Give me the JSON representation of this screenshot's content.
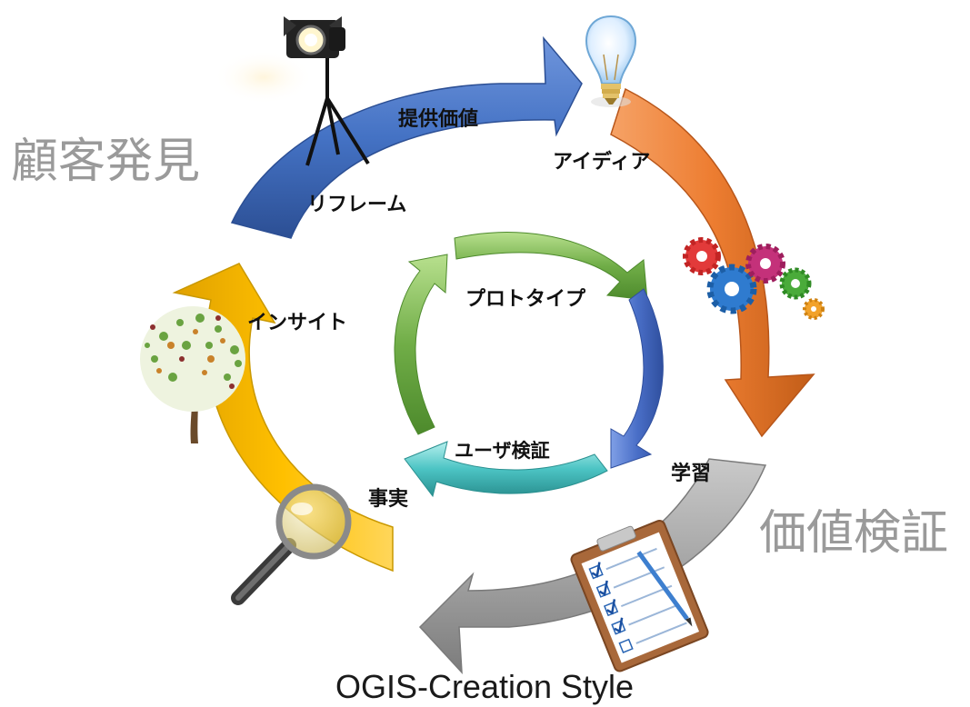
{
  "phases": {
    "customer_discovery": "顧客発見",
    "value_validation": "価値検証"
  },
  "outer_cycle": {
    "value_proposition": "提供価値",
    "reframe": "リフレーム",
    "idea": "アイディア",
    "learning": "学習",
    "fact": "事実",
    "insight": "インサイト"
  },
  "inner_cycle": {
    "prototype": "プロトタイプ",
    "user_validation": "ユーザ検証"
  },
  "caption": "OGIS-Creation Style",
  "colors": {
    "blue_arrow": "#4472c4",
    "orange_arrow": "#ed7d31",
    "gray_arrow": "#a5a5a5",
    "yellow_arrow": "#ffc000",
    "inner_green": "#70ad47",
    "inner_blue": "#4a6fc8",
    "inner_teal": "#4cc4c4"
  },
  "icons": [
    "spotlight-icon",
    "light-bulb-icon",
    "gears-icon",
    "clipboard-checklist-icon",
    "magnifying-glass-icon",
    "tree-icon"
  ]
}
